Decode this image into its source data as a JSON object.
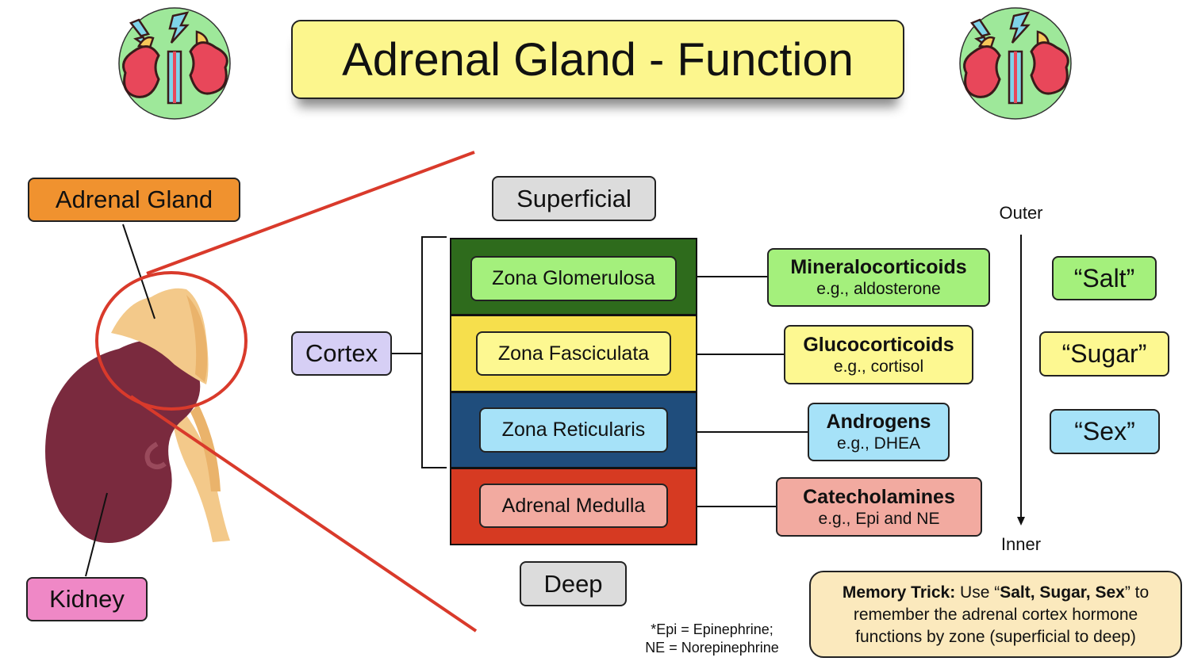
{
  "title": "Adrenal Gland - Function",
  "icons": {
    "left": "kidney-icon",
    "right": "kidney-icon"
  },
  "labels": {
    "adrenal_gland": "Adrenal Gland",
    "kidney": "Kidney",
    "superficial": "Superficial",
    "deep": "Deep",
    "cortex": "Cortex",
    "outer": "Outer",
    "inner": "Inner"
  },
  "zones": [
    {
      "name": "Zona Glomerulosa",
      "color": "#2e6b1c",
      "box_color": "#a4f07c",
      "hormone": "Mineralocorticoids",
      "example": "e.g., aldosterone",
      "mnemonic": "“Salt”"
    },
    {
      "name": "Zona Fasciculata",
      "color": "#f6df4c",
      "box_color": "#fdf891",
      "hormone": "Glucocorticoids",
      "example": "e.g., cortisol",
      "mnemonic": "“Sugar”"
    },
    {
      "name": "Zona Reticularis",
      "color": "#1f4d7c",
      "box_color": "#a6e2f8",
      "hormone": "Androgens",
      "example": "e.g., DHEA",
      "mnemonic": "“Sex”"
    },
    {
      "name": "Adrenal Medulla",
      "color": "#d63a22",
      "box_color": "#f2aaa0",
      "hormone": "Catecholamines",
      "example": "e.g., Epi and NE"
    }
  ],
  "footnote": {
    "line1": "*Epi = Epinephrine;",
    "line2": "NE = Norepinephrine"
  },
  "memory_trick": {
    "label": "Memory Trick:",
    "pre": " Use “",
    "bold": "Salt, Sugar, Sex",
    "post": "” to remember the adrenal cortex hormone functions by zone (superficial to deep)"
  }
}
